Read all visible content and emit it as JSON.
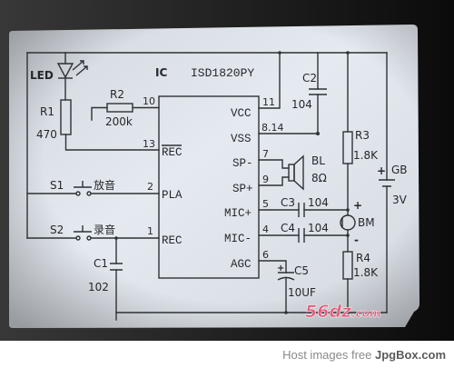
{
  "schematic": {
    "led": {
      "name": "LED"
    },
    "r1": {
      "name": "R1",
      "value": "470"
    },
    "r2": {
      "name": "R2",
      "value": "200k"
    },
    "ic": {
      "name": "IC",
      "part": "ISD1820PY",
      "left_pins": [
        {
          "num": "10"
        },
        {
          "num": "13",
          "label": "REC"
        },
        {
          "num": "2",
          "label": "PLA"
        },
        {
          "num": "1",
          "label": "REC"
        }
      ],
      "right_pins": [
        {
          "num": "11",
          "label": "VCC"
        },
        {
          "num": "8.14",
          "label": "VSS"
        },
        {
          "num": "7",
          "label": "SP-"
        },
        {
          "num": "9",
          "label": "SP+"
        },
        {
          "num": "5",
          "label": "MIC+"
        },
        {
          "num": "4",
          "label": "MIC-"
        },
        {
          "num": "6",
          "label": "AGC"
        }
      ]
    },
    "c2": {
      "name": "C2",
      "value": "104"
    },
    "r3": {
      "name": "R3",
      "value": "1.8K"
    },
    "battery": {
      "polarity": "+",
      "name": "GB",
      "value": "3V"
    },
    "speaker": {
      "name": "BL",
      "value": "8Ω"
    },
    "c3": {
      "name": "C3",
      "value": "104"
    },
    "c4": {
      "name": "C4",
      "value": "104"
    },
    "mic": {
      "name": "BM",
      "plus": "+",
      "minus": "-"
    },
    "r4": {
      "name": "R4",
      "value": "1.8K"
    },
    "c5": {
      "polarity": "+",
      "name": "C5",
      "value": "10UF"
    },
    "s1": {
      "name": "S1",
      "label": "放音"
    },
    "s2": {
      "name": "S2",
      "label": "录音"
    },
    "c1": {
      "name": "C1",
      "value": "102"
    }
  },
  "watermark": {
    "main": "56dz",
    "suffix": ".com"
  },
  "footer": {
    "prefix": "Host images free",
    "site": "JpgBox.com"
  },
  "colors": {
    "screen": "#e2e7ee",
    "ink": "#2e3034",
    "bezel": "#151515",
    "watermark": "#e35d7c",
    "footer_text": "#8a8a8a"
  }
}
